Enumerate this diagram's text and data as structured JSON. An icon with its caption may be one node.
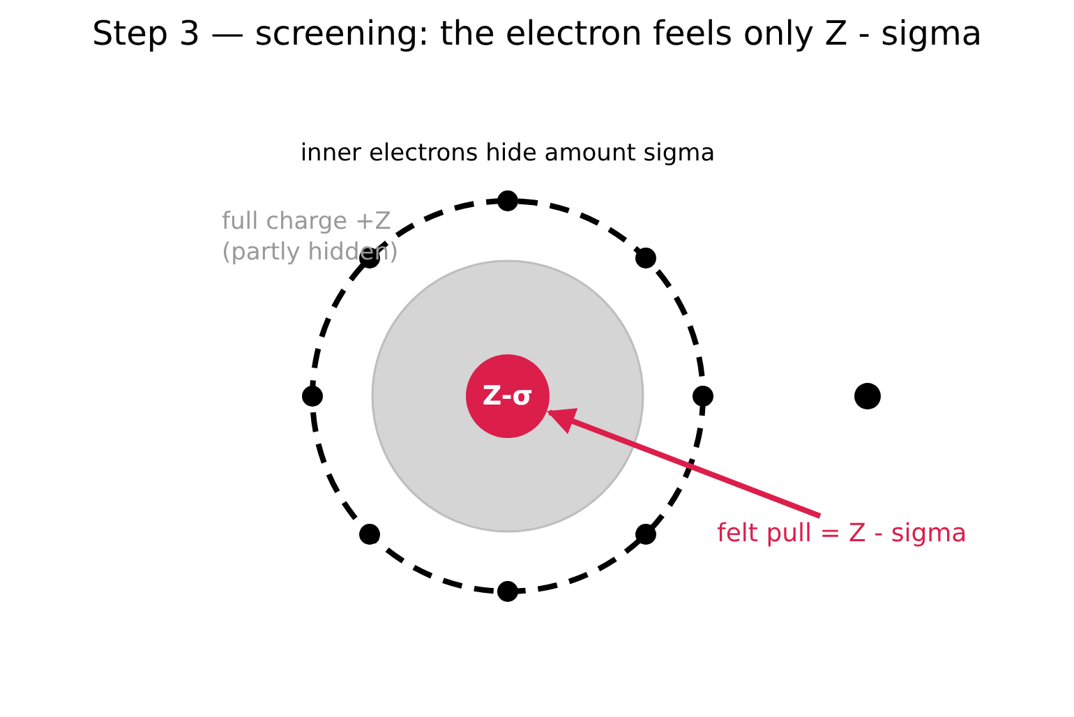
{
  "diagram": {
    "title": "Step 3 — screening: the electron feels only Z - sigma",
    "nodes": [
      {
        "text": [
          "Z-σ"
        ]
      },
      {
        "text": [
          "felt pull = Z - sigma"
        ]
      }
    ],
    "edges": [
      {
        "from": 1,
        "to": 0,
        "arrow": "to",
        "color": "#dc1e4a"
      }
    ],
    "labels": [
      "inner electrons hide amount sigma",
      "full charge +Z (partly hidden)"
    ]
  }
}
